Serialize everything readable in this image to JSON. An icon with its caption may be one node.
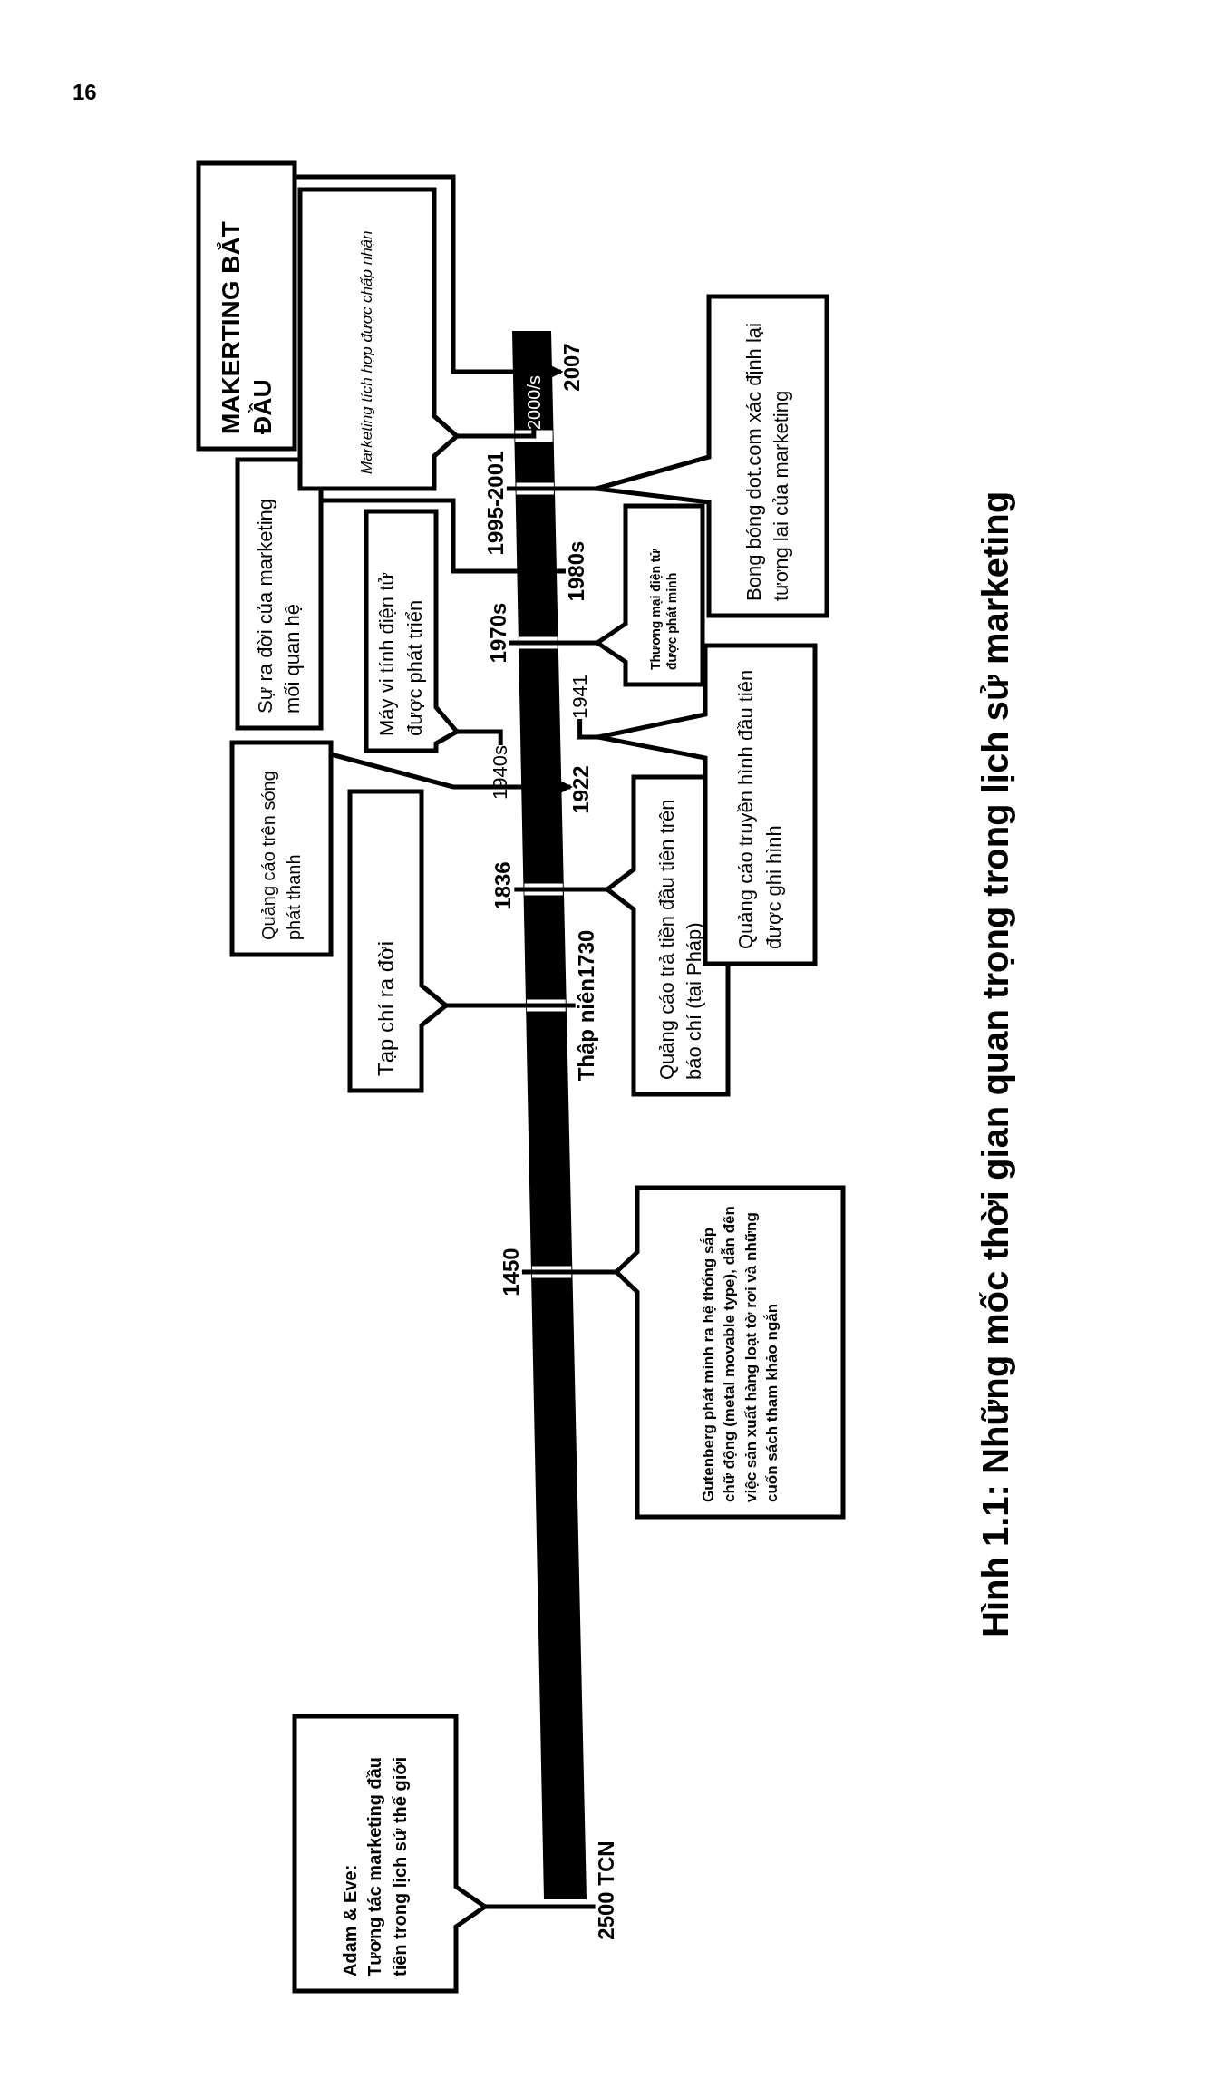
{
  "diagram": {
    "caption": "**Hình 1.1:** Những mốc thời gian quan trọng trong lịch sử marketing",
    "nodes": [
      {
        "text": [
          "Adam & Eve:",
          "Tương tác marketing đầu tiên trong lịch sử thế giới"
        ]
      },
      {
        "text": [
          "Gutenberg phát minh ra hệ thống sắp chữ động (metal movable type), dẫn đến việc sản xuất hàng loạt tờ rơi và những cuốn sách tham khảo ngắn"
        ]
      },
      {
        "text": [
          "Tạp chí ra đời"
        ]
      },
      {
        "text": [
          "Quảng cáo trả tiền đầu tiên trên báo chí (tại Pháp)"
        ]
      },
      {
        "text": [
          "Quảng cáo trên sóng phát thanh"
        ]
      },
      {
        "text": [
          "Quảng cáo truyền hình đầu tiên được ghi hình"
        ]
      },
      {
        "text": [
          "Máy vi tính điện tử được phát triển"
        ]
      },
      {
        "text": [
          "Sự ra đời của marketing mối quan hệ"
        ]
      },
      {
        "text": [
          "Thương mại điện tử được phát minh"
        ]
      },
      {
        "text": [
          "Bong bóng dot.com xác định lại tương lai của marketing"
        ]
      },
      {
        "text": [
          "Marketing tích hợp được chấp nhận"
        ]
      },
      {
        "text": [
          "MAKERTING BẮT ĐẦU"
        ]
      },
      {
        "text": [
          "2500 TCN"
        ]
      },
      {
        "text": [
          "1450"
        ]
      },
      {
        "text": [
          "Thập niên1730"
        ]
      },
      {
        "text": [
          "1836"
        ]
      },
      {
        "text": [
          "1922"
        ]
      },
      {
        "text": [
          "1940s"
        ]
      },
      {
        "text": [
          "1941"
        ]
      },
      {
        "text": [
          "1970s"
        ]
      },
      {
        "text": [
          "1980s"
        ]
      },
      {
        "text": [
          "1995-2001"
        ]
      },
      {
        "text": [
          "2000/s"
        ]
      },
      {
        "text": [
          "2007"
        ]
      }
    ],
    "edges": [
      {
        "from": 0,
        "to": 12,
        "arrow": "none"
      },
      {
        "from": 1,
        "to": 13,
        "arrow": "none"
      },
      {
        "from": 2,
        "to": 14,
        "arrow": "none"
      },
      {
        "from": 3,
        "to": 15,
        "arrow": "none"
      },
      {
        "from": 4,
        "to": 16,
        "arrow": "to"
      },
      {
        "from": 5,
        "to": 18,
        "arrow": "none"
      },
      {
        "from": 6,
        "to": 17,
        "arrow": "none"
      },
      {
        "from": 7,
        "to": 20,
        "arrow": "none"
      },
      {
        "from": 8,
        "to": 19,
        "arrow": "none"
      },
      {
        "from": 9,
        "to": 21,
        "arrow": "none"
      },
      {
        "from": 10,
        "to": 22,
        "arrow": "none"
      },
      {
        "from": 11,
        "to": 23,
        "arrow": "to"
      }
    ],
    "labels": [
      "16"
    ]
  }
}
